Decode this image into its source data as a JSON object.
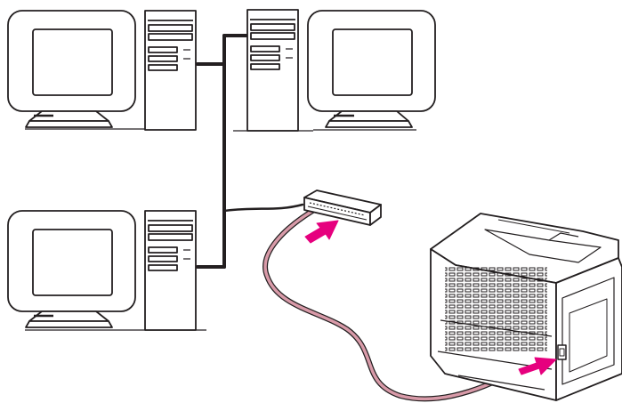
{
  "diagram": {
    "nodes": [
      {
        "id": "workstation-top-left",
        "kind": "computer",
        "parts": [
          "monitor-icon",
          "tower-icon"
        ]
      },
      {
        "id": "workstation-top-right",
        "kind": "computer",
        "parts": [
          "tower-icon",
          "monitor-icon"
        ]
      },
      {
        "id": "workstation-bottom-left",
        "kind": "computer",
        "parts": [
          "monitor-icon",
          "tower-icon"
        ]
      },
      {
        "id": "network-hub",
        "kind": "hub",
        "icon": "network-hub-icon"
      },
      {
        "id": "printer",
        "kind": "printer",
        "icon": "printer-icon"
      }
    ],
    "connections": [
      {
        "from": "workstation-top-left",
        "to": "network-hub",
        "style": "network-cable"
      },
      {
        "from": "workstation-top-right",
        "to": "network-hub",
        "style": "network-cable"
      },
      {
        "from": "workstation-bottom-left",
        "to": "network-hub",
        "style": "network-cable"
      },
      {
        "from": "network-hub",
        "to": "printer",
        "style": "patch-cable"
      }
    ],
    "indicators": [
      {
        "target": "network-hub",
        "icon": "arrow-icon"
      },
      {
        "target": "printer",
        "icon": "arrow-icon"
      }
    ],
    "colors": {
      "line": "#231f20",
      "arrow": "#e6007e",
      "patch_cable": "#d89aa8",
      "screen": "#ffffff",
      "background": "#ffffff"
    }
  }
}
